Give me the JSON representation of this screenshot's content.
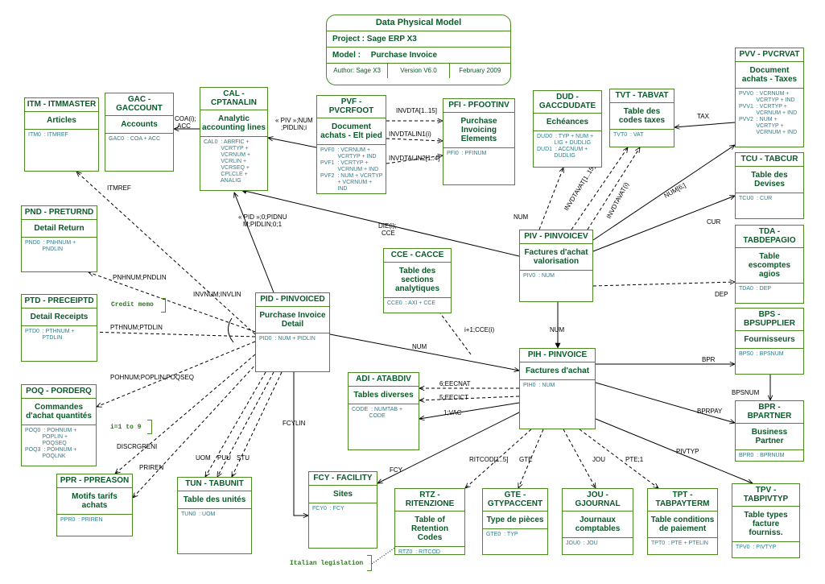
{
  "header": {
    "title": "Data Physical Model",
    "project_label": "Project :",
    "project_value": "Sage ERP X3",
    "model_label": "Model :",
    "model_value": "Purchase Invoice",
    "author": "Author: Sage X3",
    "version": "Version V6.0",
    "date": "February 2009"
  },
  "entities": {
    "itm": {
      "title": "ITM - ITMMASTER",
      "body": "Articles",
      "index": "ITM0  : ITMREF"
    },
    "gac": {
      "title": "GAC -\nGACCOUNT",
      "body": "Accounts",
      "index": "GAC0  : COA + ACC"
    },
    "cal": {
      "title": "CAL -\nCPTANALIN",
      "body": "Analytic\naccounting lines",
      "index": "CAL0  : ABRFIC +\n           VCRTYP +\n           VCRNUM +\n           VCRLIN +\n           VCRSEQ +\n           CPLCLE +\n           ANALIG"
    },
    "pvf": {
      "title": "PVF - PVCRFOOT",
      "body": "Document\nachats -  Elt pied",
      "index": "PVF0  : VCRNUM +\n           VCRTYP + IND\nPVF1  : VCRTYP +\n           VCRNUM + IND\nPVF2  : NUM + VCRTYP\n           + VCRNUM +\n           IND"
    },
    "pfi": {
      "title": "PFI - PFOOTINV",
      "body": "Purchase\nInvoicing\nElements",
      "index": "PFI0  : PFINUM"
    },
    "dud": {
      "title": "DUD -\nGACCDUDATE",
      "body": "Echéances",
      "index": "DUD0  : TYP + NUM +\n           LIG + DUDLIG\nDUD1  : ACCNUM +\n           DUDLIG"
    },
    "tvt": {
      "title": "TVT - TABVAT",
      "body": "Table des\ncodes taxes",
      "index": "TVT0  : VAT"
    },
    "pvv": {
      "title": "PVV - PVCRVAT",
      "body": "Document\nachats -  Taxes",
      "index": "PVV0  : VCRNUM +\n           VCRTYP + IND\nPVV1  : VCRTYP +\n           VCRNUM + IND\nPVV2  : NUM +\n           VCRTYP +\n           VCRNUM + IND"
    },
    "tcu": {
      "title": "TCU - TABCUR",
      "body": "Table des\nDevises",
      "index": "TCU0  : CUR"
    },
    "tda": {
      "title": "TDA -\nTABDEPAGIO",
      "body": "Table\nescomptes\nagios",
      "index": "TDA0  : DEP"
    },
    "pnd": {
      "title": "PND - PRETURND",
      "body": "Detail Return",
      "index": "PND0  : PNHNUM +\n           PNDLIN"
    },
    "ptd": {
      "title": "PTD - PRECEIPTD",
      "body": "Detail Receipts",
      "index": "PTD0  : PTHNUM +\n           PTDLIN"
    },
    "pid": {
      "title": "PID - PINVOICED",
      "body": "Purchase Invoice\nDetail",
      "index": "PID0  : NUM + PIDLIN"
    },
    "cce": {
      "title": "CCE - CACCE",
      "body": "Table des\nsections\nanalytiques",
      "index": "CCE0  : AXI + CCE"
    },
    "piv": {
      "title": "PIV - PINVOICEV",
      "body": "Factures d'achat\nvalorisation",
      "index": "PIV0  : NUM"
    },
    "bps": {
      "title": "BPS -\nBPSUPPLIER",
      "body": "Fournisseurs",
      "index": "BPS0  : BPSNUM"
    },
    "poq": {
      "title": "POQ - PORDERQ",
      "body": "Commandes\nd'achat quantités",
      "index": "POQ0  : POHNUM +\n           POPLIN +\n           POQSEQ\nPOQ3  : POHNUM +\n           POQLNK"
    },
    "adi": {
      "title": "ADI - ATABDIV",
      "body": "Tables diverses",
      "index": "CODE  : NUMTAB +\n           CODE"
    },
    "pih": {
      "title": "PIH - PINVOICE",
      "body": "Factures d'achat",
      "index": "PIH0  : NUM"
    },
    "bpr": {
      "title": "BPR -\nBPARTNER",
      "body": "Business\nPartner",
      "index": "BPR0  : BPRNUM"
    },
    "ppr": {
      "title": "PPR - PPREASON",
      "body": "Motifs tarifs\nachats",
      "index": "PPR0  : PRIREN"
    },
    "tun": {
      "title": "TUN - TABUNIT",
      "body": "Table des unités",
      "index": "TUN0  : UOM"
    },
    "fcy": {
      "title": "FCY - FACILITY",
      "body": "Sites",
      "index": "FCY0  : FCY"
    },
    "rtz": {
      "title": "RTZ -\nRITENZIONE",
      "body": "Table of Retention\nCodes",
      "index": "RTZ0  : RITCOD"
    },
    "gte": {
      "title": "GTE -\nGTYPACCENT",
      "body": "Type de pièces",
      "index": "GTE0  : TYP"
    },
    "jou": {
      "title": "JOU - GJOURNAL",
      "body": "Journaux\ncomptables",
      "index": "JOU0  : JOU"
    },
    "tpt": {
      "title": "TPT -\nTABPAYTERM",
      "body": "Table conditions\nde paiement",
      "index": "TPT0  : PTE + PTELIN"
    },
    "tpv": {
      "title": "TPV -\nTABPIVTYP",
      "body": "Table types\nfacture\nfourniss.",
      "index": "TPV0  : PIVTYP"
    }
  },
  "notes": {
    "credit_memo": "Credit memo",
    "range": "i=1 to 9",
    "italian": "Italian legislation"
  },
  "links": {
    "coa_acc": "COA(i);\nACC",
    "piv_num": "« PIV »;NUM\n;PIDLIN;i",
    "invdta": "INVDTA[1..15]",
    "invdtalin1": "INVDTALIN1(i)",
    "invdtalin2": "INVDTALIN2[1..4]",
    "tax": "TAX",
    "itmref": "ITMREF",
    "pid_link": "« PID »;0;PIDNU\nM;PIDLIN;0;1",
    "die_cce": "DIE(i);\nCCE",
    "num_dud": "NUM",
    "invdtavat15": "INVDTAVAT[1..15]",
    "invdtavati": "INVDTAVAT(i)",
    "num6": "NUM[6;]",
    "cur": "CUR",
    "dep": "DEP",
    "pni": "PNHNUM;PNDLIN",
    "invnum": "INVNUM;INVLIN",
    "pth": "PTHNUM;PTDLIN",
    "i1cce": "i+1;CCE(i)",
    "num_piv": "NUM",
    "num_pih": "NUM",
    "poh": "POHNUM;POPLIN;POQSEQ",
    "bpr": "BPR",
    "bpsnum": "BPSNUM",
    "eecnat": "6;EECNAT",
    "eecict": "5;EECICT",
    "vac": "1;VAC",
    "bprpay": "BPRPAY",
    "fcylin": "FCYLIN",
    "discrgreni": "DISCRGRENI",
    "priren": "PRIREN",
    "uom": "UOM",
    "puu": "PUU",
    "stu": "STU",
    "fcy": "FCY",
    "ritcod": "RITCOD[1..5]",
    "gte": "GTE",
    "jou": "JOU",
    "pte": "PTE;1",
    "pivtyp": "PIVTYP"
  }
}
